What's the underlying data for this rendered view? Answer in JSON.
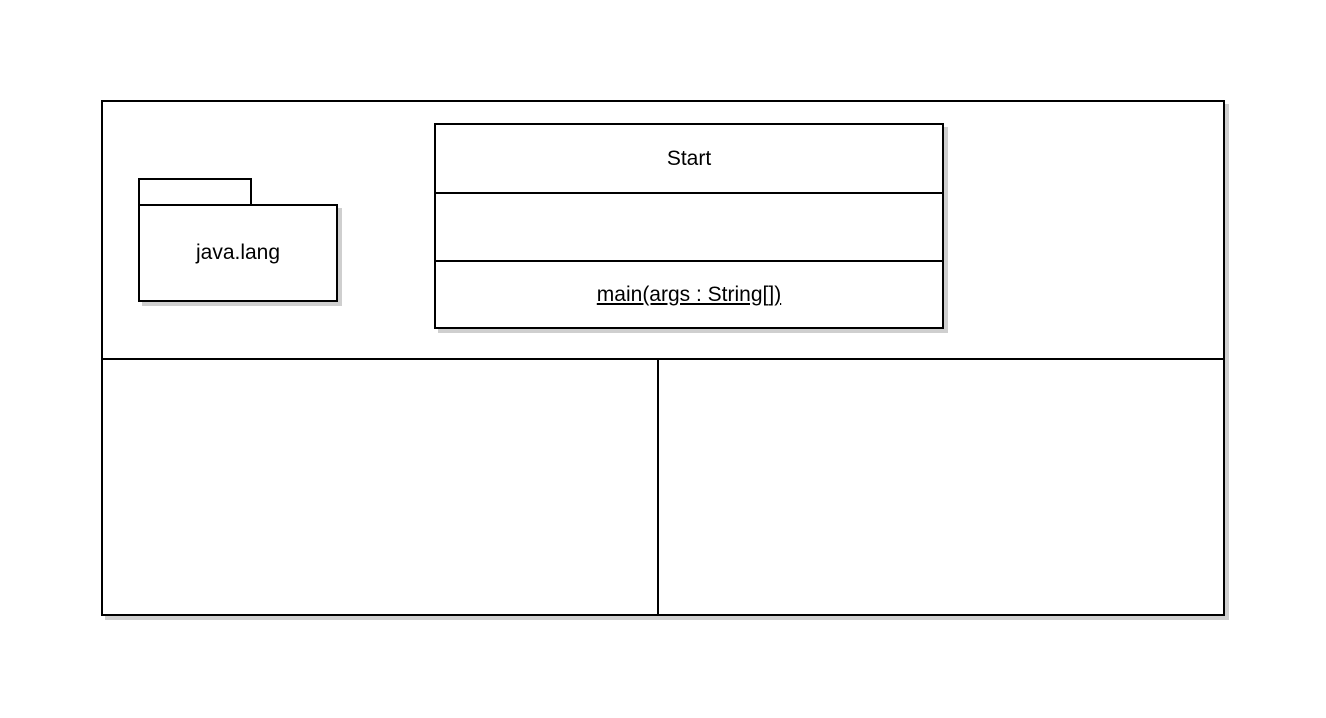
{
  "package": {
    "name": "java.lang"
  },
  "class": {
    "name": "Start",
    "attributes": [],
    "operations": [
      {
        "signature": "main(args : String[])",
        "static": true
      }
    ]
  },
  "colors": {
    "stroke": "#000000",
    "fill": "#ffffff",
    "shadow": "#cfcfcf"
  }
}
